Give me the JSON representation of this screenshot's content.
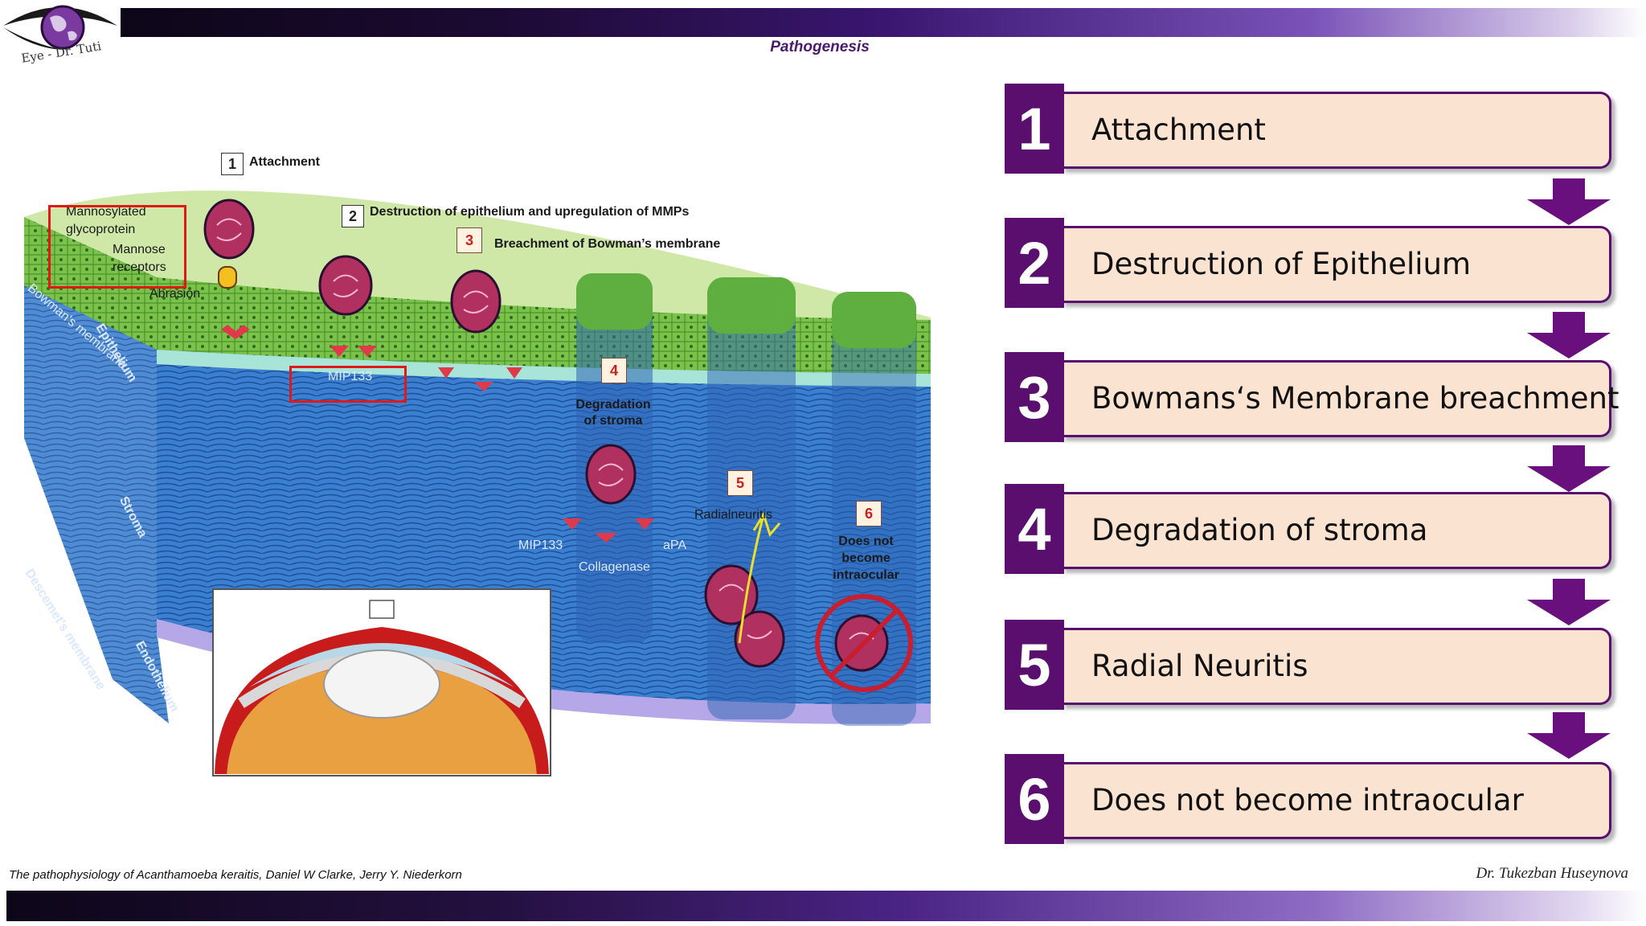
{
  "header": {
    "title": "Pathogenesis"
  },
  "logo": {
    "text": "Eye - Dr. Tuti"
  },
  "diagram": {
    "labels": {
      "attachment": "Attachment",
      "destruction": "Destruction of epithelium and upregulation of MMPs",
      "breachment": "Breachment of Bowman’s membrane",
      "mannosylated": "Mannosylated",
      "glycoprotein": "glycoprotein",
      "mannose": "Mannose",
      "receptors": "receptors",
      "abrasion": "Abrasion",
      "epithelium": "Epithelium",
      "bowmans": "Bowman's membrane",
      "stroma": "Stroma",
      "descemets": "Descemet's membrane",
      "endothelium": "Endothelium",
      "mip133_a": "MIP133",
      "degradation_1": "Degradation",
      "degradation_2": "of stroma",
      "mip133_b": "MIP133",
      "apa": "aPA",
      "collagenase": "Collagenase",
      "radialneuritis": "Radialneuritis",
      "does_not_1": "Does not",
      "does_not_2": "become",
      "does_not_3": "intraocular"
    },
    "tags": [
      "1",
      "2",
      "3",
      "4",
      "5",
      "6"
    ]
  },
  "steps": [
    {
      "number": "1",
      "label": "Attachment"
    },
    {
      "number": "2",
      "label": "Destruction of Epithelium"
    },
    {
      "number": "3",
      "label": "Bowmans‘s Membrane breachment"
    },
    {
      "number": "4",
      "label": "Degradation of stroma"
    },
    {
      "number": "5",
      "label": "Radial Neuritis"
    },
    {
      "number": "6",
      "label": "Does not become intraocular"
    }
  ],
  "footer": {
    "citation": "The pathophysiology of Acanthamoeba keraitis, Daniel W Clarke, Jerry Y. Niederkorn",
    "author": "Dr. Tukezban Huseynova"
  },
  "colors": {
    "accent": "#5a0f6e",
    "step_fill": "#fbe3d2"
  }
}
